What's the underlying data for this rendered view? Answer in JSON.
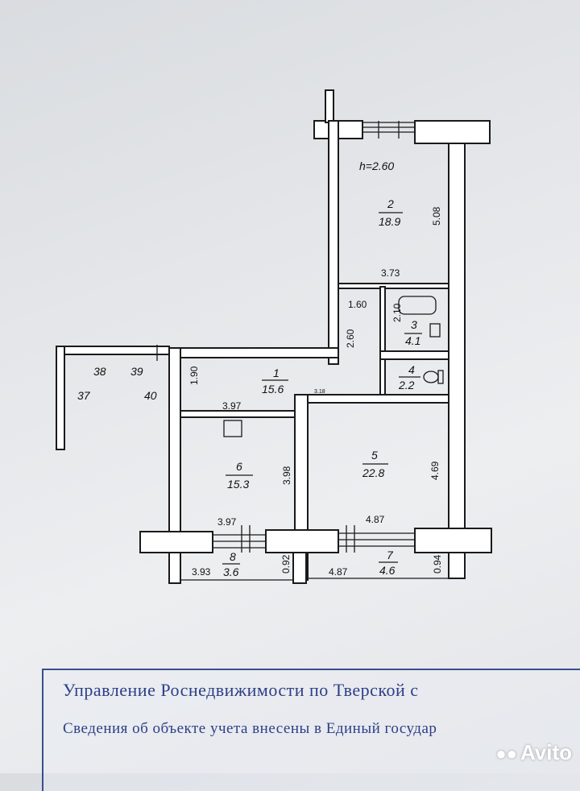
{
  "plan": {
    "ceiling_height": "h=2.60",
    "rooms": [
      {
        "number": "2",
        "area": "18.9"
      },
      {
        "number": "3",
        "area": "4.1"
      },
      {
        "number": "4",
        "area": "2.2"
      },
      {
        "number": "1",
        "area": "15.6"
      },
      {
        "number": "5",
        "area": "22.8"
      },
      {
        "number": "6",
        "area": "15.3"
      },
      {
        "number": "8",
        "area": "3.6"
      },
      {
        "number": "7",
        "area": "4.6"
      }
    ],
    "dimensions": {
      "room2_height": "5.08",
      "room2_width": "3.73",
      "hall_upper": "1.60",
      "bath_height": "2.10",
      "corridor_len": "2.60",
      "hall_height": "1.90",
      "room6_top": "3.97",
      "room6_height": "3.98",
      "room6_bottom": "3.97",
      "small_label": "3.18",
      "room5_height": "4.69",
      "room5_width": "4.87",
      "balcony8_width": "3.93",
      "balcony8_depth": "0.92",
      "balcony7_width": "4.87",
      "balcony7_depth": "0.94"
    },
    "neighbor_numbers": [
      "38",
      "39",
      "37",
      "40"
    ]
  },
  "stamp": {
    "line1": "Управление Роснедвижимости по Тверской с",
    "line2": "Сведения об объекте учета внесены в Единый государ"
  },
  "watermark": {
    "text": "Avito"
  }
}
